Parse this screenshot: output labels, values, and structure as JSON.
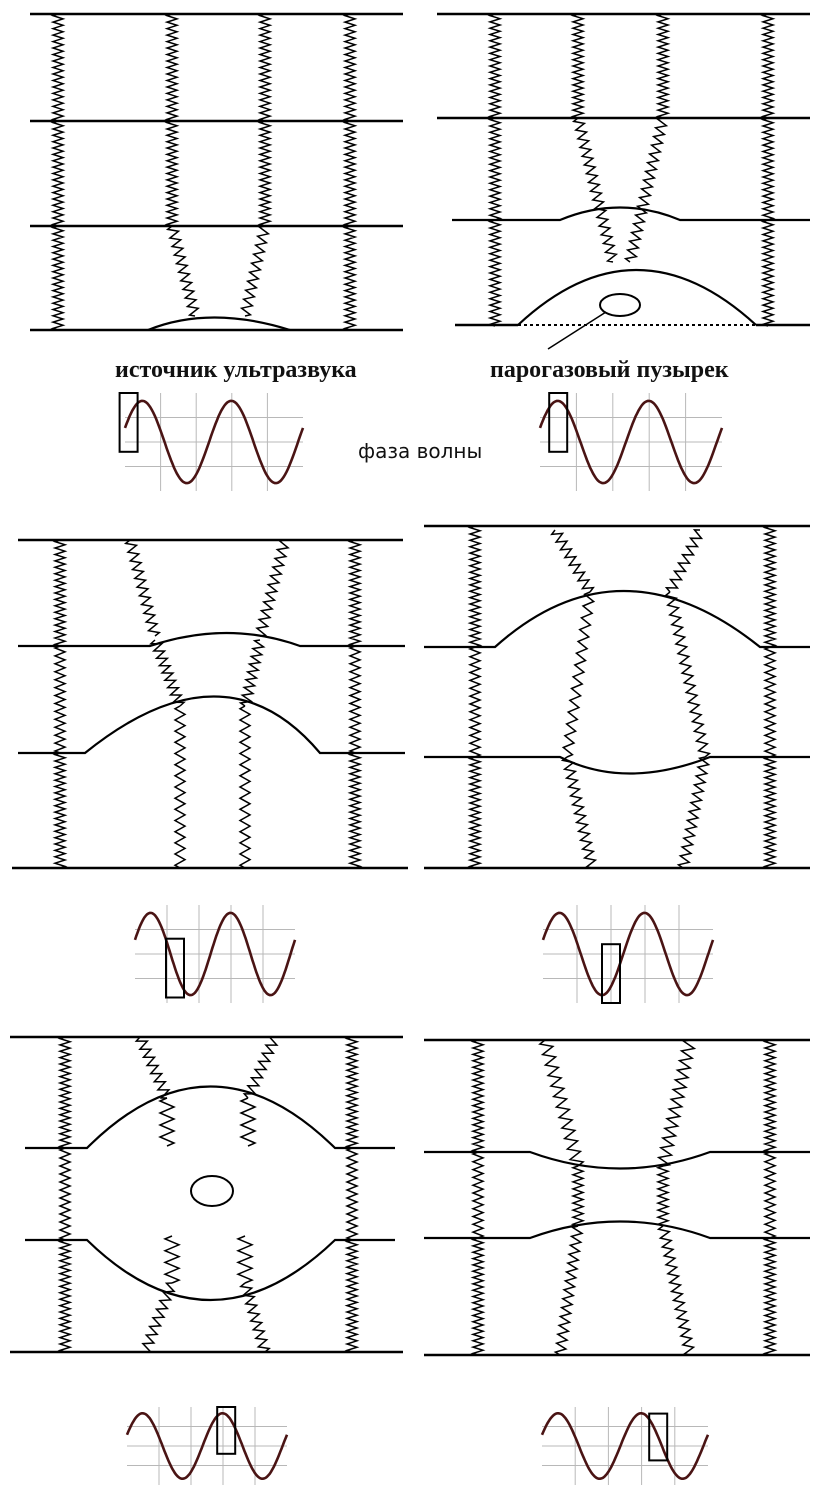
{
  "labels": {
    "ultrasound_source": "источник ультразвука",
    "vapor_gas_bubble": "парогазовый пузырек",
    "wave_phase": "фаза волны"
  },
  "colors": {
    "line": "#000000",
    "wave": "#4a1414",
    "grid": "#b8b8b8",
    "background": "#ffffff"
  },
  "stages": [
    {
      "phase_marker_position": 0.02
    },
    {
      "phase_marker_position": 0.1
    },
    {
      "phase_marker_position": 0.25
    },
    {
      "phase_marker_position": 0.4
    },
    {
      "phase_marker_position": 0.62
    },
    {
      "phase_marker_position": 0.7
    }
  ]
}
